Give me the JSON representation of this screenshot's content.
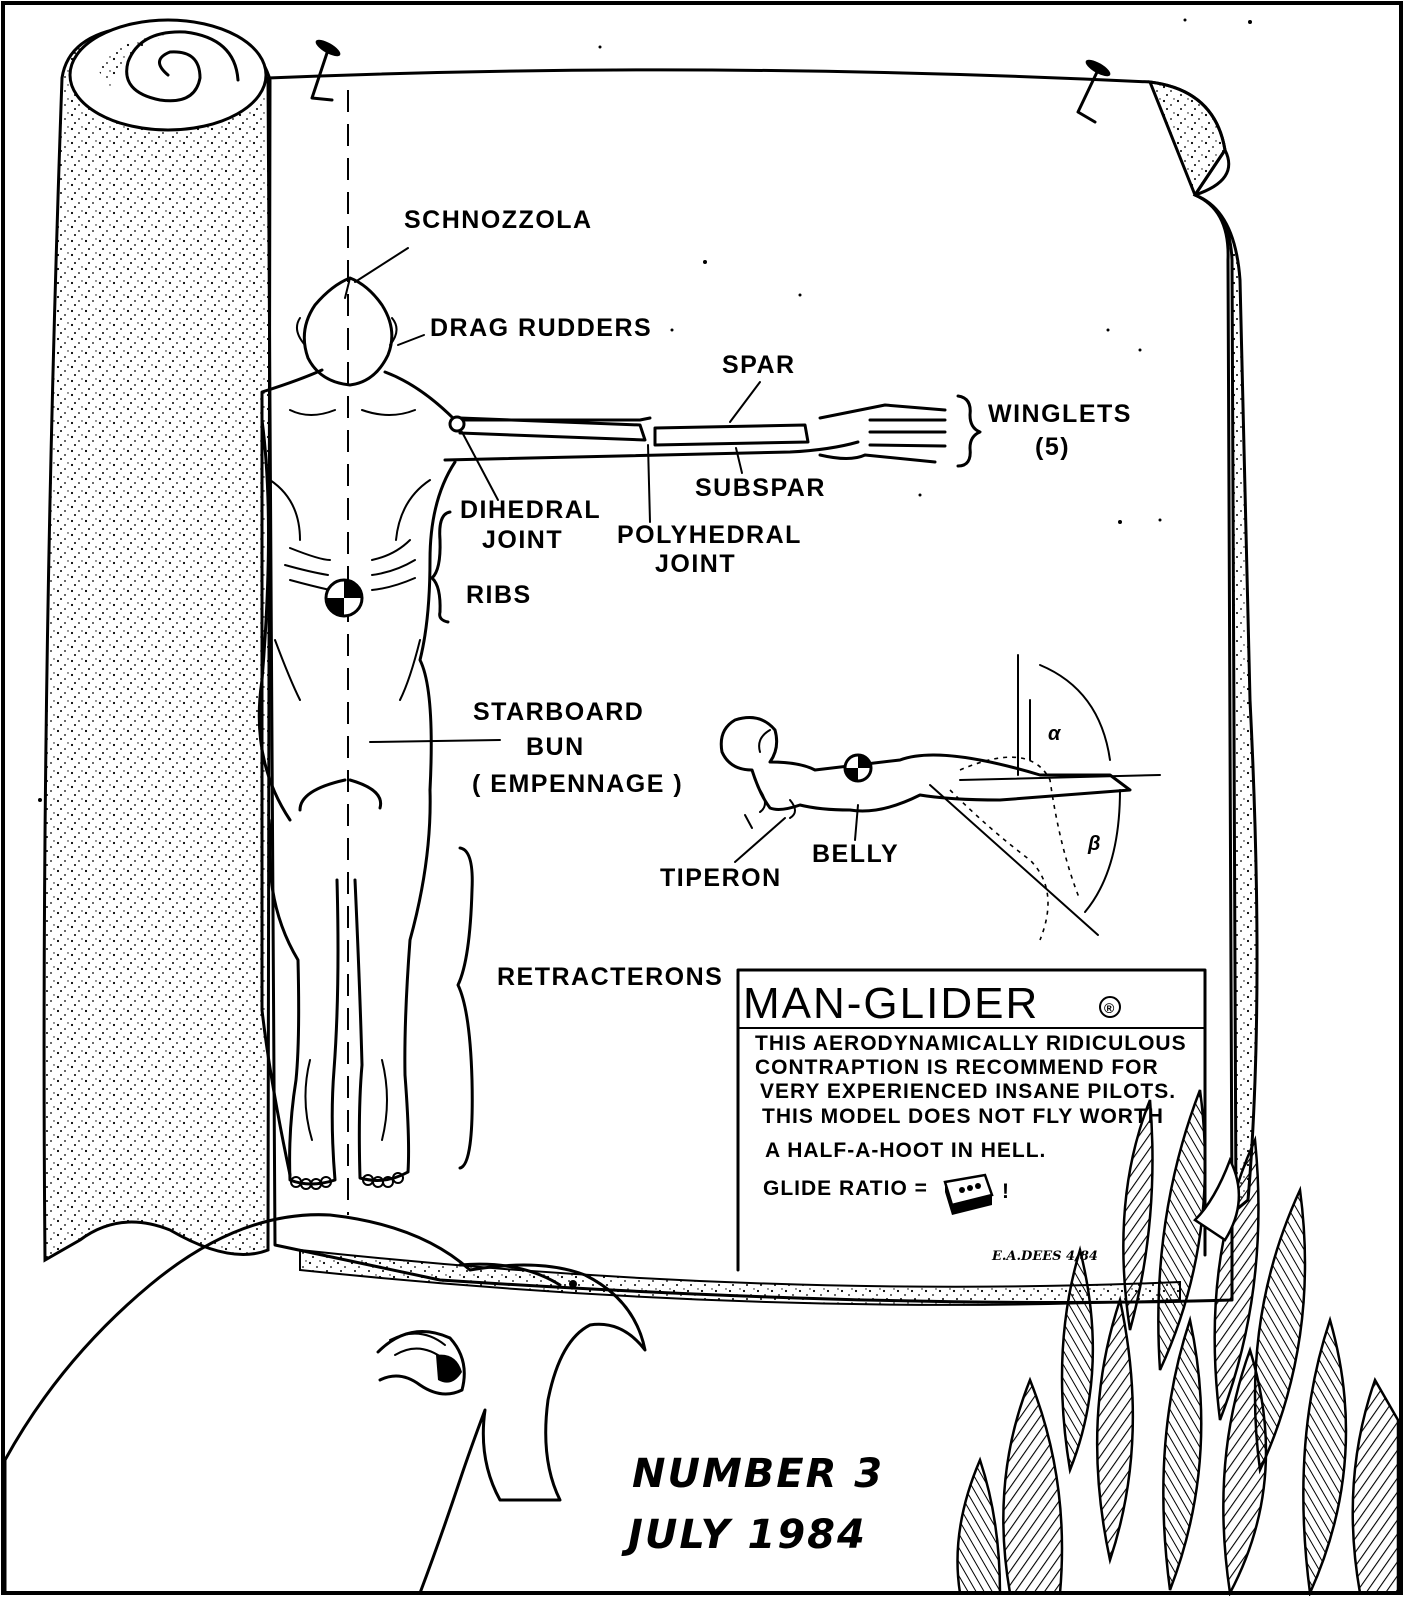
{
  "labels": {
    "schnozzola": "SCHNOZZOLA",
    "drag_rudders": "DRAG RUDDERS",
    "spar": "SPAR",
    "winglets": "WINGLETS",
    "winglets_count": "(5)",
    "subspar": "SUBSPAR",
    "dihedral_joint_1": "DIHEDRAL",
    "dihedral_joint_2": "JOINT",
    "polyhedral_joint_1": "POLYHEDRAL",
    "polyhedral_joint_2": "JOINT",
    "ribs": "RIBS",
    "starboard_bun_1": "STARBOARD",
    "starboard_bun_2": "BUN",
    "starboard_bun_3": "( EMPENNAGE )",
    "retracterons": "RETRACTERONS",
    "tiperon": "TIPERON",
    "belly": "BELLY"
  },
  "angles": {
    "alpha": "α",
    "beta": "β"
  },
  "placard": {
    "title": "MAN-GLIDER",
    "registered_mark": "®",
    "lines": [
      "THIS AERODYNAMICALLY RIDICULOUS",
      "CONTRAPTION  IS RECOMMEND FOR",
      "VERY  EXPERIENCED INSANE PILOTS.",
      "THIS MODEL DOES NOT FLY WORTH",
      "A HALF-A-HOOT  IN HELL."
    ],
    "glide_ratio_label": "GLIDE RATIO =",
    "glide_ratio_suffix": "!"
  },
  "signature": "E.A.DEES 4/84",
  "issue": {
    "number": "NUMBER 3",
    "date": "JULY 1984"
  },
  "icons": [
    "scroll",
    "push-pin",
    "center-of-gravity-symbol",
    "cinder-block-icon",
    "eagle-head",
    "feathers"
  ],
  "colors": {
    "ink": "#000000",
    "paper": "#ffffff"
  }
}
